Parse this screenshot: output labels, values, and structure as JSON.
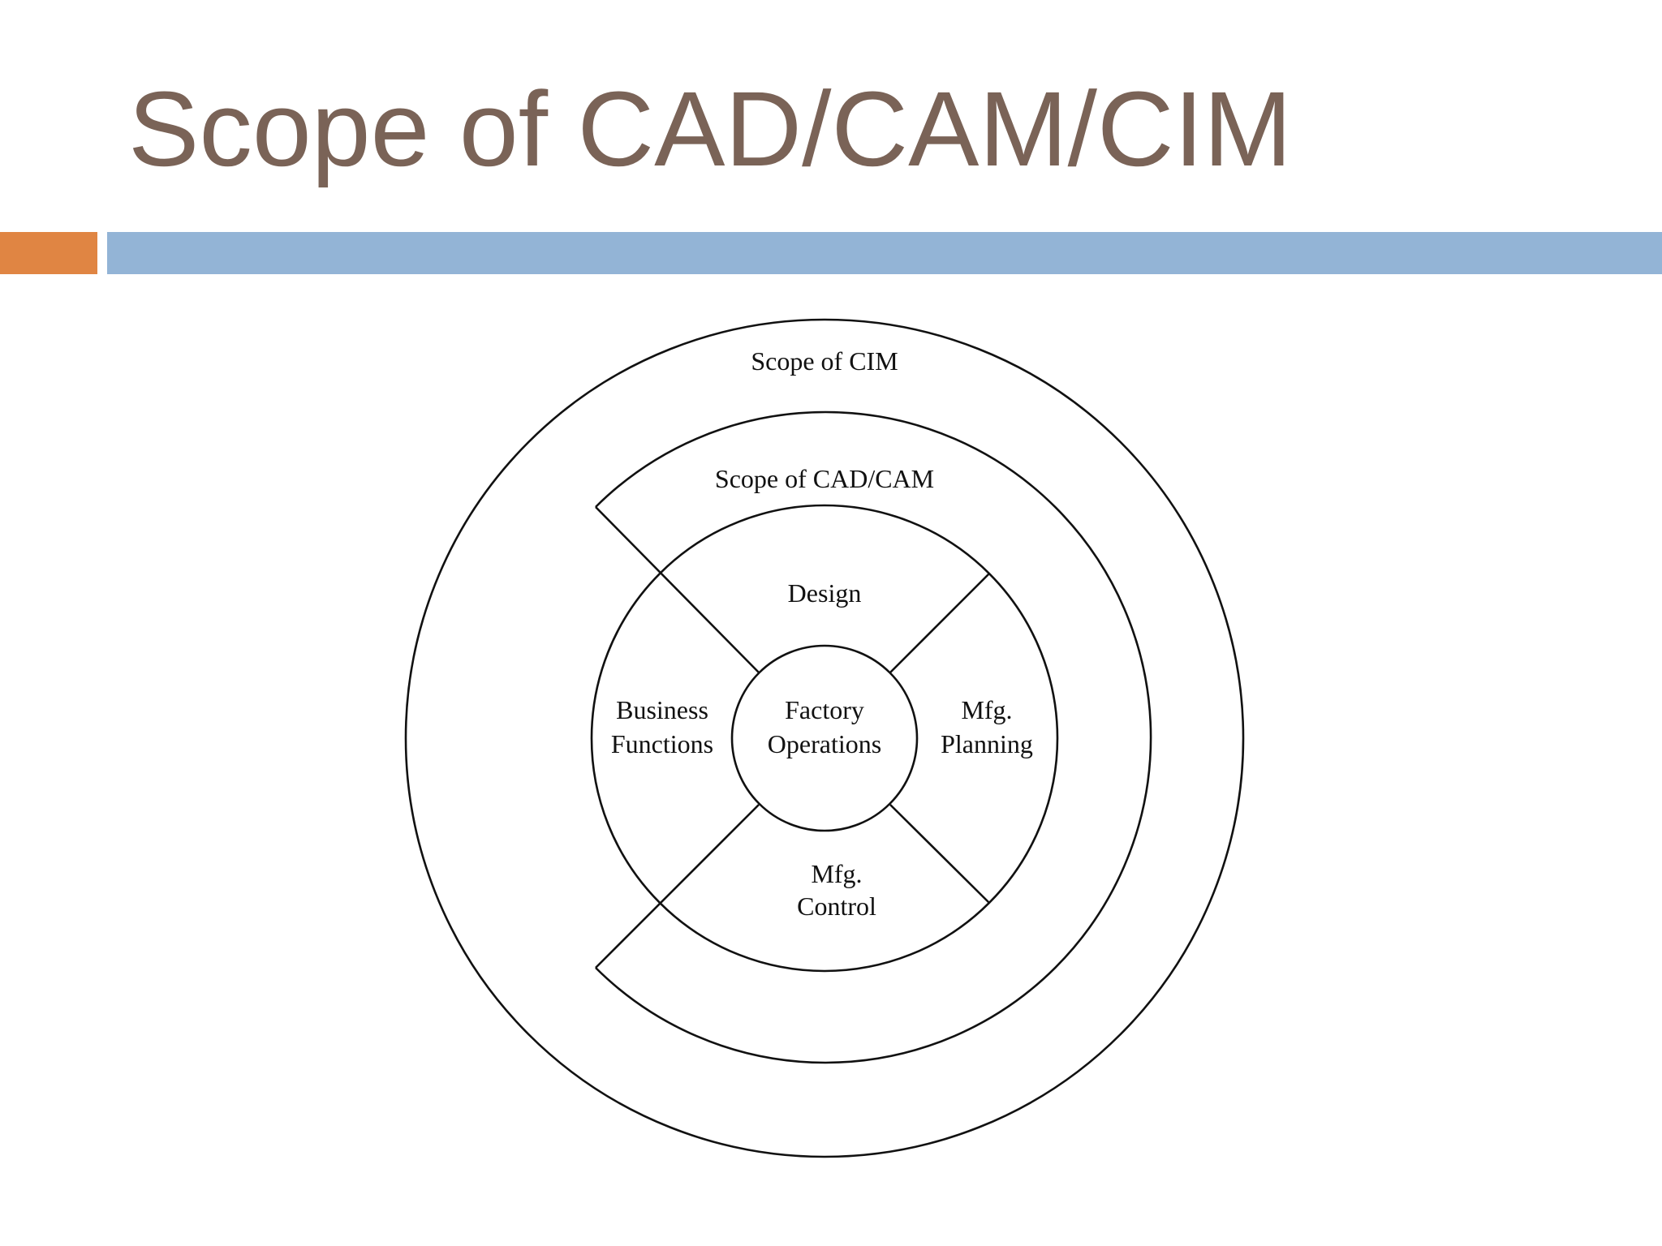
{
  "slide": {
    "title": "Scope of CAD/CAM/CIM",
    "colors": {
      "title_text": "#7a6357",
      "accent_bar_left": "#e08543",
      "accent_bar_right": "#93b4d6",
      "diagram_line": "#111111"
    }
  },
  "diagram": {
    "outer_ring_label": "Scope of CIM",
    "middle_ring_label": "Scope of CAD/CAM",
    "segments": {
      "top": "Design",
      "left_line1": "Business",
      "left_line2": "Functions",
      "right_line1": "Mfg.",
      "right_line2": "Planning",
      "bottom_line1": "Mfg.",
      "bottom_line2": "Control"
    },
    "center_line1": "Factory",
    "center_line2": "Operations"
  }
}
